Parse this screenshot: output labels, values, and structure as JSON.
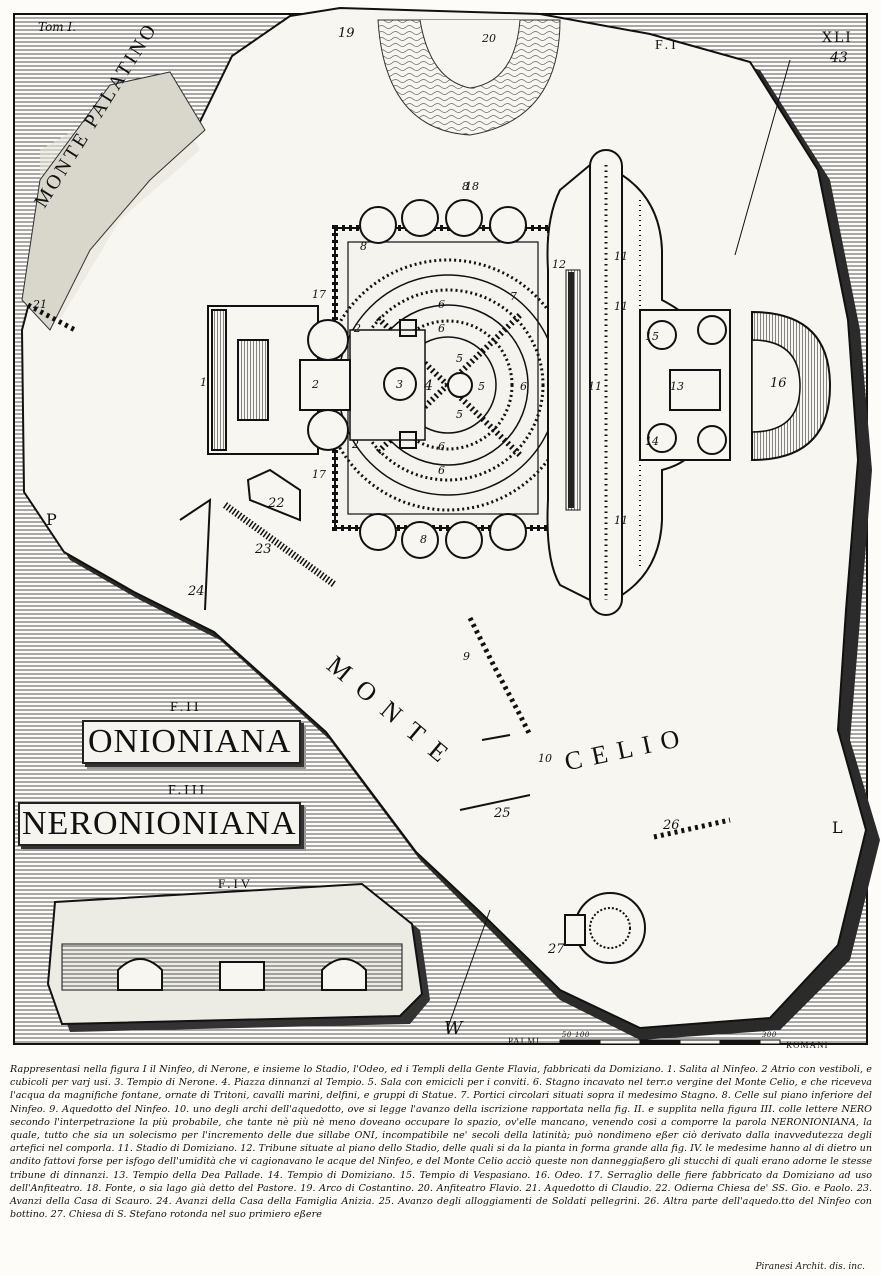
{
  "plate": {
    "volume": "Tom I.",
    "plate_number": "XLI",
    "fig1_label": "F.I",
    "fig2_label": "F.II",
    "fig3_label": "F.III",
    "fig4_label": "F.IV",
    "fig2_text": "ONIONIANA",
    "fig3_text": "NERONIONIANA",
    "hill_palatino": "MONTE PALATINO",
    "hill_celio_1": "MONTE",
    "hill_celio_2": "CELIO",
    "compass_n": "43",
    "compass_w": "W",
    "compass_e": "L",
    "compass_p": "P",
    "scale_left": "PALMI",
    "scale_mid": "50  100",
    "scale_mid2": "300",
    "scale_right": "ROMANI",
    "numbers": [
      "1",
      "2",
      "2",
      "2",
      "3",
      "4",
      "5",
      "5",
      "5",
      "6",
      "6",
      "6",
      "6",
      "6",
      "7",
      "8",
      "8",
      "8",
      "9",
      "10",
      "11",
      "11",
      "11",
      "11",
      "12",
      "13",
      "14",
      "15",
      "16",
      "17",
      "17",
      "18",
      "19",
      "20",
      "21",
      "22",
      "23",
      "24",
      "25",
      "26",
      "27"
    ]
  },
  "caption": "Rappresentasi nella figura I il Ninfeo, di Nerone, e insieme lo Stadio, l'Odeo, ed i Templi della Gente Flavia, fabbricati da Domiziano. 1. Salita al Ninfeo. 2 Atrio con vestiboli, e cubicoli per varj usi. 3. Tempio di Nerone. 4. Piazza dinnanzi al Tempio. 5. Sala con emicicli per i conviti. 6. Stagno incavato nel terr.o vergine del Monte Celio, e che riceveva l'acqua da magnifiche fontane, ornate di Tritoni, cavalli marini, delfini, e gruppi di Statue. 7. Portici circolari situati sopra il medesimo Stagno. 8. Celle sul piano inferiore del Ninfeo. 9. Aquedotto del Ninfeo. 10. uno degli archi dell'aquedotto, ove si legge l'avanzo della iscrizione rapportata nella fig. II. e supplita nella figura III. colle lettere NERO secondo l'interpetrazione la più probabile, che tante nè più nè meno doveano occupare lo spazio, ov'elle mancano, venendo cosi a comporre la parola NERONIONIANA, la quale, tutto che sia un solecismo per l'incremento delle due sillabe ONI, incompatibile ne' secoli della latinità; può nondimeno eßer ciò derivato dalla inavvedutezza degli artefici nel comporla. 11. Stadio di Domiziano. 12. Tribune situate al piano dello Stadio, delle quali si da la pianta in forma grande alla fig. IV. le medesime hanno al di dietro un andito fattovi forse per isfogo dell'umidità che vi cagionavano le acque del Ninfeo, e del Monte Celio acciò queste non danneggiaßero gli stucchi di quali erano adorne le stesse tribune di dinnanzi. 13. Tempio della Dea Pallade. 14. Tempio di Domiziano. 15. Tempio di Vespasiano. 16. Odeo. 17. Serraglio delle fiere fabbricato da Domiziano ad uso dell'Anfiteatro. 18. Fonte, o sia lago già detto del Pastore. 19. Arco di Costantino. 20. Anfiteatro Flavio. 21. Aquedotto di Claudio. 22. Odierna Chiesa de' SS. Gio. e Paolo. 23. Avanzi della Casa di Scauro. 24. Avanzi della Casa della Famiglia Anizia. 25. Avanzo degli alloggiamenti de Soldati pellegrini. 26. Altra parte dell'aquedo.tto del Ninfeo con bottino. 27. Chiesa di S. Stefano rotonda nel suo primiero eßere",
  "signature": "Piranesi Archit. dis. inc."
}
